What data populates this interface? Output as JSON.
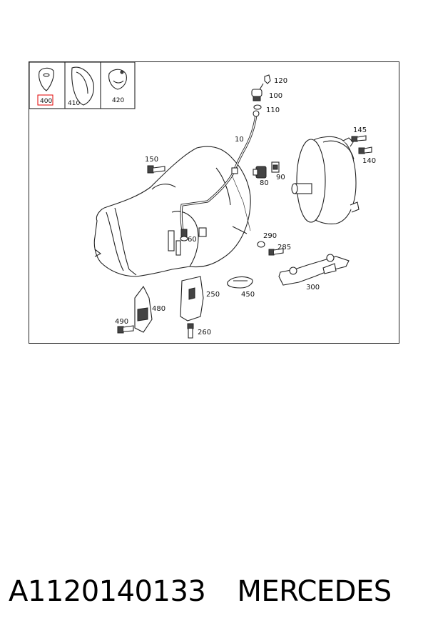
{
  "diagram": {
    "selected_label": "400",
    "accent": "#e00000",
    "labels": {
      "p400": "400",
      "p410": "410",
      "p420": "420",
      "p120": "120",
      "p100": "100",
      "p110": "110",
      "p10": "10",
      "p145": "145",
      "p140": "140",
      "p150": "150",
      "p80": "80",
      "p90": "90",
      "p60": "60",
      "p290": "290",
      "p285": "285",
      "p250": "250",
      "p450": "450",
      "p300": "300",
      "p480": "480",
      "p490": "490",
      "p260": "260"
    }
  },
  "caption": {
    "part_number": "A1120140133",
    "brand": "MERCEDES"
  }
}
